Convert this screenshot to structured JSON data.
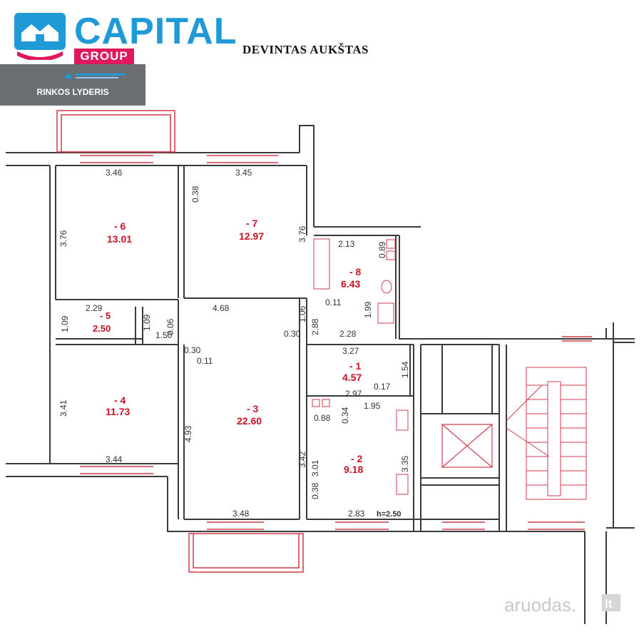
{
  "header": {
    "brand": "CAPITAL",
    "brand_sub": "GROUP",
    "badge_text": "RINKOS LYDERIS",
    "floor_title": "DEVINTAS AUKŠTAS"
  },
  "watermark": {
    "text": "aruodas.",
    "tld": "lt"
  },
  "colors": {
    "brand_blue": "#1f9ad6",
    "brand_pink": "#e0195f",
    "badge_gray": "#6b6f73",
    "wall": "#3a3a3a",
    "window_red": "#d23a4a",
    "annotation_red": "#cc1122"
  },
  "rooms": [
    {
      "id": "6",
      "label": "- 6",
      "area": "13.01"
    },
    {
      "id": "7",
      "label": "- 7",
      "area": "12.97"
    },
    {
      "id": "8",
      "label": "- 8",
      "area": "6.43"
    },
    {
      "id": "5",
      "label": "- 5",
      "area": "2.50"
    },
    {
      "id": "4",
      "label": "- 4",
      "area": "11.73"
    },
    {
      "id": "3",
      "label": "- 3",
      "area": "22.60"
    },
    {
      "id": "1",
      "label": "- 1",
      "area": "4.57"
    },
    {
      "id": "2",
      "label": "- 2",
      "area": "9.18"
    }
  ],
  "dimensions": {
    "d_346": "3.46",
    "d_345": "3.45",
    "d_038_top": "0.38",
    "d_376_left": "3.76",
    "d_376_right": "3.76",
    "d_213": "2.13",
    "d_089": "0.89",
    "d_011_b": "0.11",
    "d_199": "1.99",
    "d_229": "2.29",
    "d_109_a": "1.09",
    "d_109_b": "1.09",
    "d_006": "0.06",
    "d_468": "4.68",
    "d_106": "1.06",
    "d_288": "2.88",
    "d_228": "2.28",
    "d_150": "1.50",
    "d_030_a": "0.30",
    "d_030_b": "0.30",
    "d_011_a": "0.11",
    "d_327": "3.27",
    "d_154": "1.54",
    "d_297": "2.97",
    "d_017": "0.17",
    "d_195": "1.95",
    "d_088": "0.88",
    "d_034": "0.34",
    "d_341": "3.41",
    "d_493": "4.93",
    "d_342": "3.42",
    "d_301": "3.01",
    "d_335": "3.35",
    "d_344": "3.44",
    "d_038_bottom": "0.38",
    "d_348": "3.48",
    "d_283": "2.83",
    "height": "h=2.50"
  }
}
